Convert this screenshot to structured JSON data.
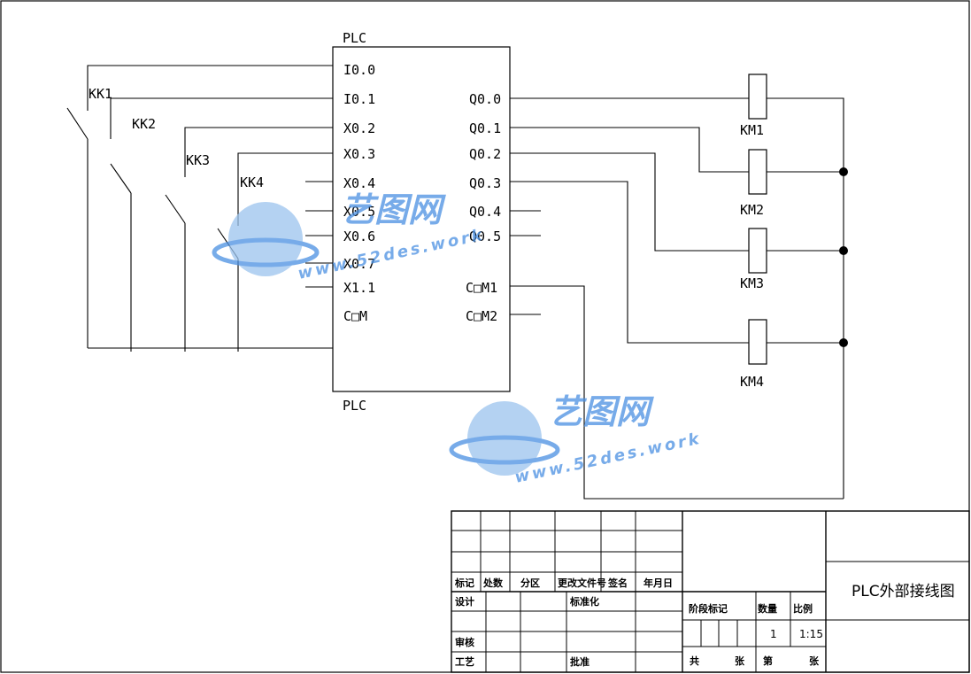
{
  "plc": {
    "label_top": "PLC",
    "label_bottom": "PLC",
    "inputs": [
      "I0.0",
      "I0.1",
      "X0.2",
      "X0.3",
      "X0.4",
      "X0.5",
      "X0.6",
      "X0.7",
      "X1.1",
      "C□M"
    ],
    "outputs": [
      "Q0.0",
      "Q0.1",
      "Q0.2",
      "Q0.3",
      "Q0.4",
      "Q0.5",
      "C□M1",
      "C□M2"
    ]
  },
  "switches": [
    "KK1",
    "KK2",
    "KK3",
    "KK4"
  ],
  "contactors": [
    "KM1",
    "KM2",
    "KM3",
    "KM4"
  ],
  "watermark": {
    "brand": "艺图网",
    "url": "www.52des.work"
  },
  "title_block": {
    "drawing_title": "PLC外部接线图",
    "row_headers": [
      "标记",
      "处数",
      "分区",
      "更改文件号",
      "签名",
      "年月日"
    ],
    "left_labels": [
      "设计",
      "审核",
      "工艺"
    ],
    "mid_labels": [
      "标准化",
      "批准"
    ],
    "stage_mark": "阶段标记",
    "quantity_label": "数量",
    "scale_label": "比例",
    "quantity": "1",
    "scale": "1:15",
    "total_label": "共",
    "sheets_label": "张",
    "sheet_no_label": "第",
    "page_label": "张"
  },
  "colors": {
    "line": "#000000",
    "watermark": "#4a90e2"
  }
}
